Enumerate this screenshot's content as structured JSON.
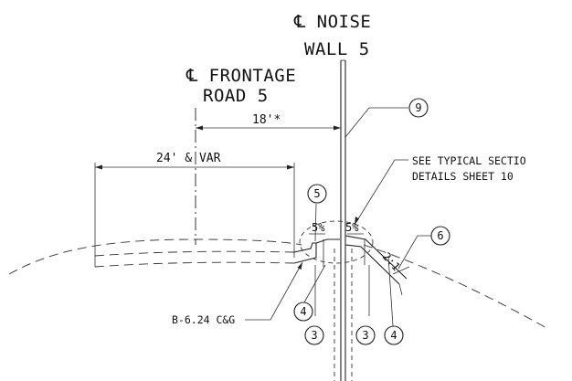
{
  "labels": {
    "noise_wall_line1": "℄ NOISE",
    "noise_wall_line2": "WALL 5",
    "frontage_line1": "℄ FRONTAGE",
    "frontage_line2": "ROAD 5",
    "offset_dim": "18'*",
    "width_dim": "24' & VAR",
    "see_typical_line1": "SEE TYPICAL SECTIO",
    "see_typical_line2": "DETAILS SHEET 10",
    "curb_gutter": "B-6.24 C&G",
    "slope_left": "5%",
    "slope_right": "5%",
    "side_slope": "2:1"
  },
  "callouts": {
    "c9": "9",
    "c5": "5",
    "c6": "6",
    "c4_left": "4",
    "c3_left": "3",
    "c3_right": "3",
    "c4_right": "4"
  }
}
